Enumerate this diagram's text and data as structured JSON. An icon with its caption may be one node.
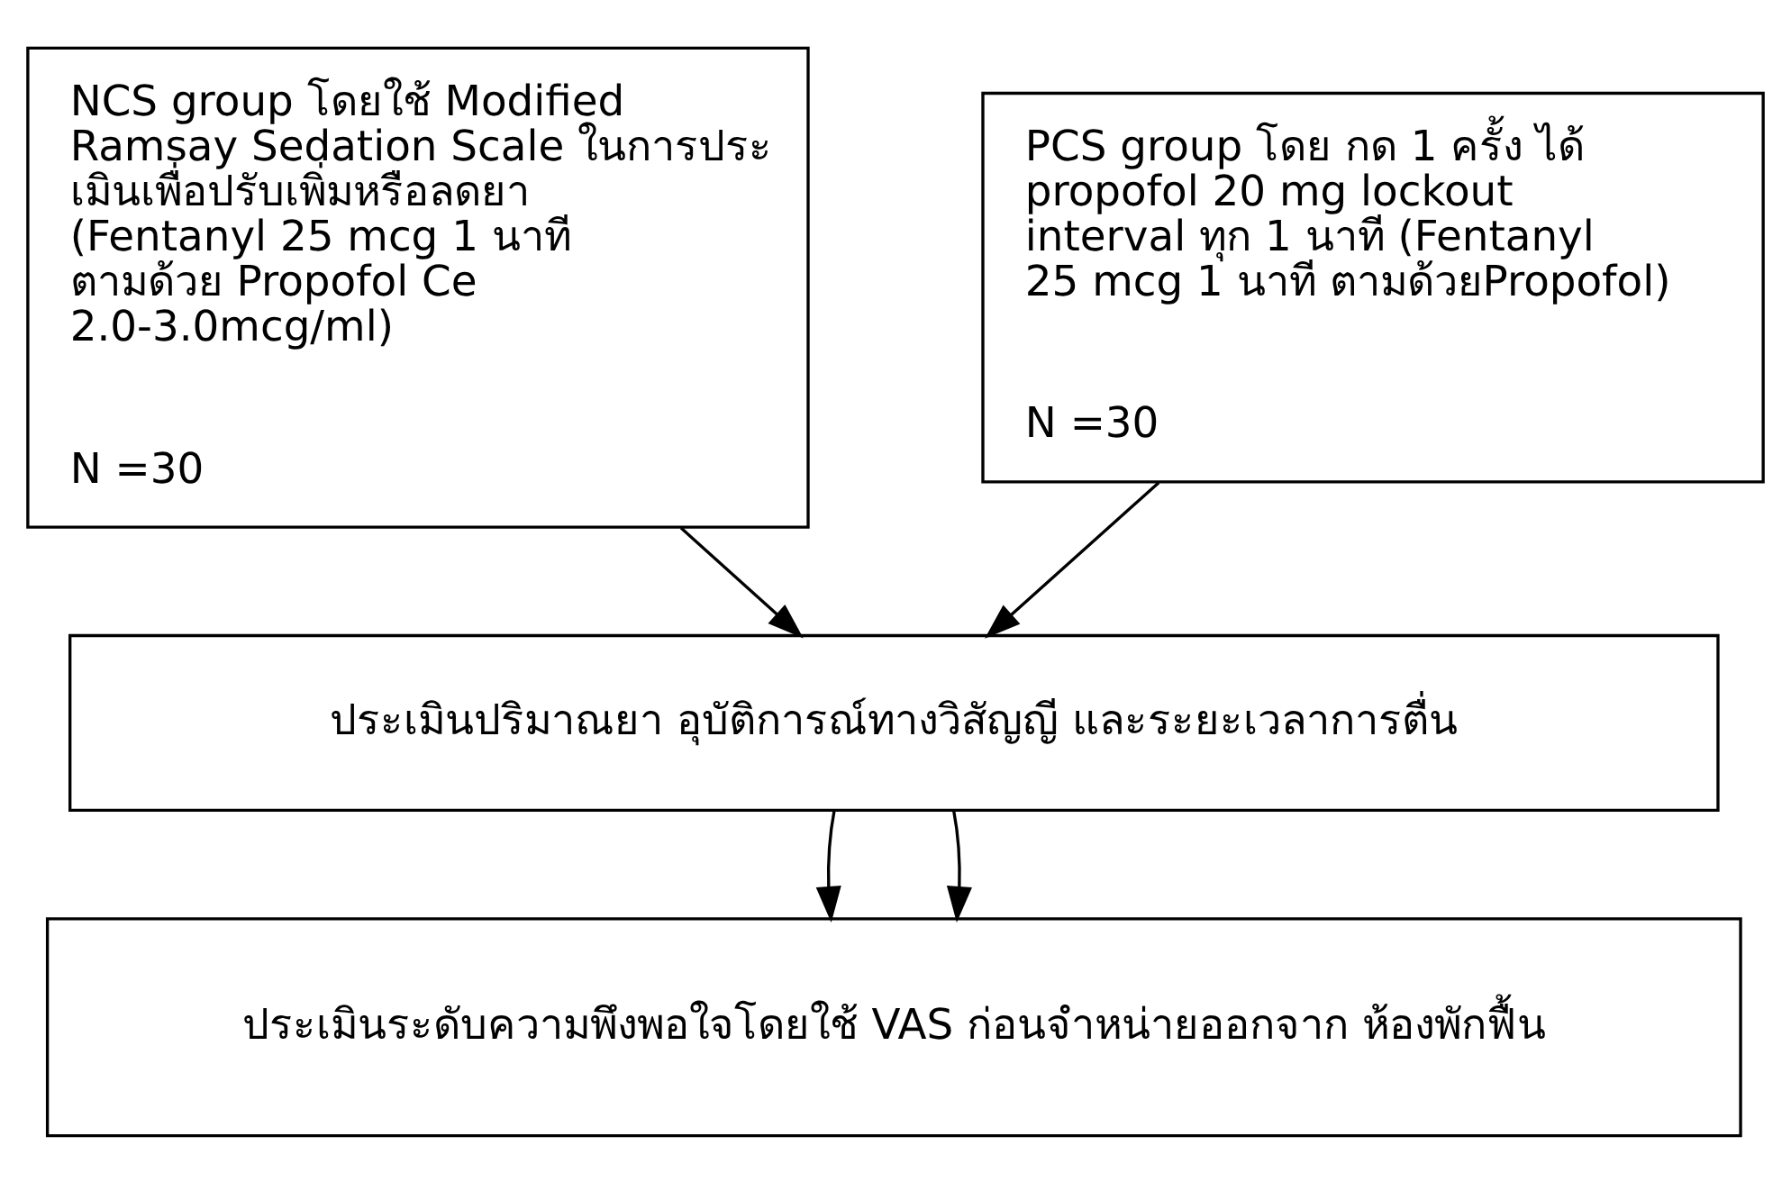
{
  "diagram": {
    "nodes": [
      {
        "text": [
          "NCS group โดยใช้ Modified Ramsay Sedation Scale ในการประเมินเพื่อปรับเพิ่มหรือลดยา (Fentanyl 25 mcg 1 นาที ตามด้วย Propofol Ce 2.0-3.0mcg/ml)",
          "N =30"
        ]
      },
      {
        "text": [
          "PCS group โดย กด 1 ครั้ง ได้ propofol 20 mg lockout interval ทุก 1 นาที (Fentanyl 25 mcg 1 นาที ตามด้วยPropofol)",
          "N =30"
        ]
      },
      {
        "text": [
          "ประเมินปริมาณยา อุบัติการณ์ทางวิสัญญี และระยะเวลาการตื่น"
        ]
      },
      {
        "text": [
          "ประเมินระดับความพึงพอใจโดยใช้ VAS ก่อนจำหน่ายออกจาก ห้องพักฟื้น"
        ]
      }
    ],
    "edges": [
      {
        "from": 0,
        "to": 2,
        "arrow": "to"
      },
      {
        "from": 1,
        "to": 2,
        "arrow": "to"
      },
      {
        "from": 2,
        "to": 3,
        "arrow": "to"
      },
      {
        "from": 2,
        "to": 3,
        "arrow": "to"
      }
    ]
  }
}
